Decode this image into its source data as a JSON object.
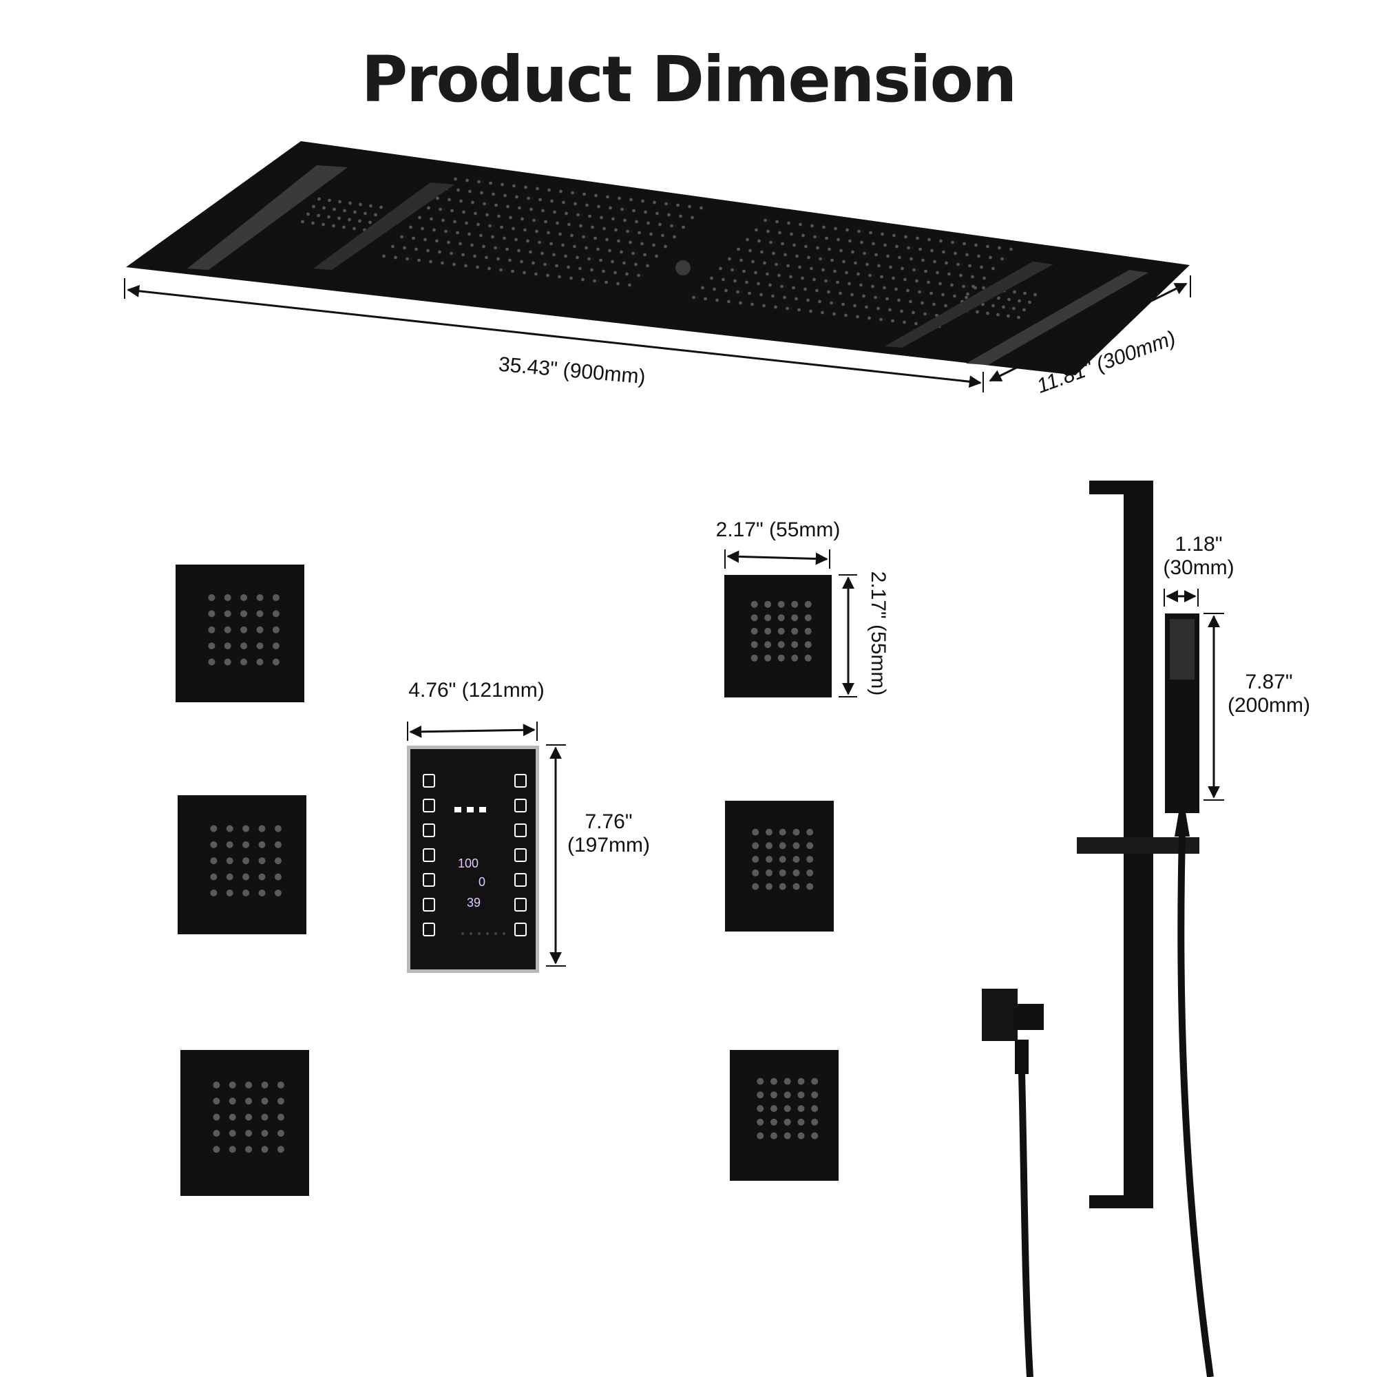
{
  "title": "Product Dimension",
  "rain_shower": {
    "length_label": "35.43\" (900mm)",
    "width_label": "11.81\" (300mm)"
  },
  "body_jet": {
    "width_label": "2.17\" (55mm)",
    "height_label": "2.17\" (55mm)"
  },
  "control_panel": {
    "width_label": "4.76\" (121mm)",
    "height_label_in": "7.76\"",
    "height_label_mm": "(197mm)",
    "readouts": [
      "100",
      "0",
      "39"
    ]
  },
  "handheld_shower": {
    "width_label_in": "1.18\"",
    "width_label_mm": "(30mm)",
    "height_label_in": "7.87\"",
    "height_label_mm": "(200mm)"
  },
  "colors": {
    "product": "#111111",
    "panel_frame": "#b8b8b8",
    "display": "#e6c8ff",
    "text": "#111111"
  }
}
